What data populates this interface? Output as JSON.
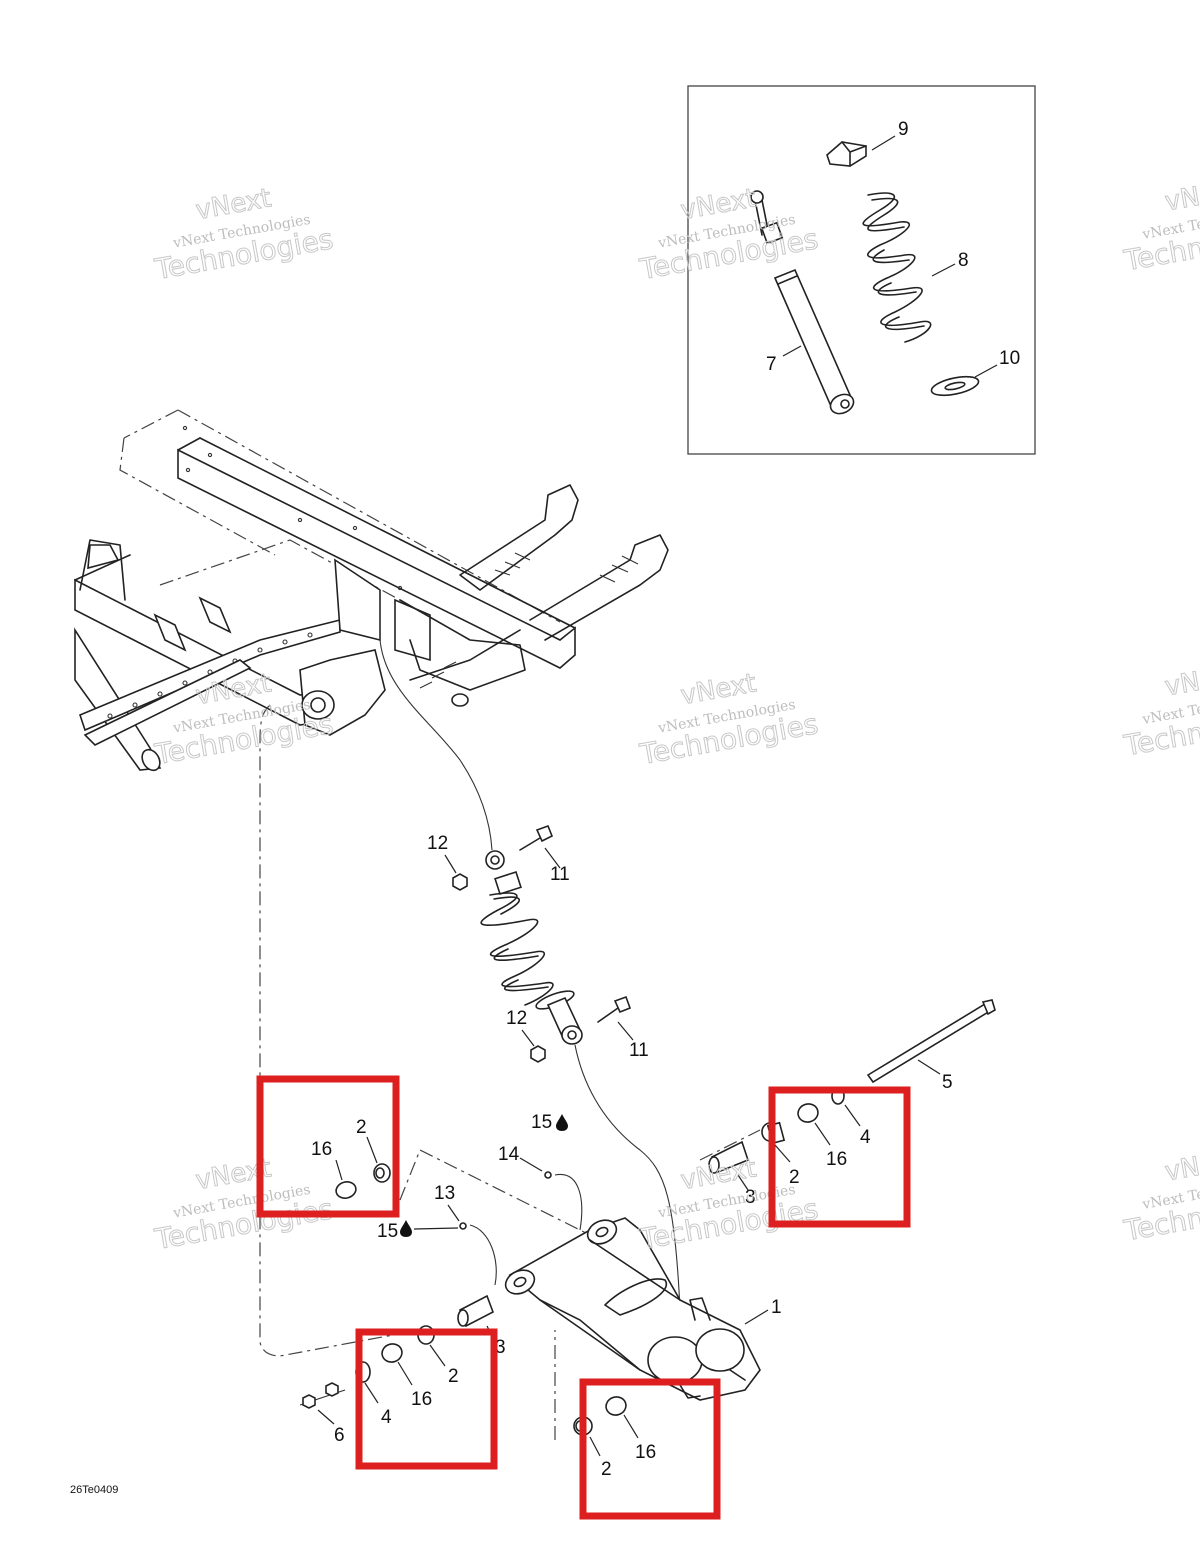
{
  "reference_code": "26Te0409",
  "watermark": {
    "line1": "vNext",
    "line2": "vNext Technologies",
    "line3": "Technologies"
  },
  "callouts": {
    "c1": "1",
    "c2a": "2",
    "c2b": "2",
    "c2c": "2",
    "c2d": "2",
    "c3a": "3",
    "c3b": "3",
    "c4a": "4",
    "c4b": "4",
    "c5": "5",
    "c6": "6",
    "c7": "7",
    "c8": "8",
    "c9": "9",
    "c10": "10",
    "c11a": "11",
    "c11b": "11",
    "c12a": "12",
    "c12b": "12",
    "c13": "13",
    "c14": "14",
    "c15a": "15",
    "c15b": "15",
    "c16a": "16",
    "c16b": "16",
    "c16c": "16",
    "c16d": "16"
  },
  "colors": {
    "highlight": "#dd1f1f",
    "linework": "#222222",
    "watermark": "#bdbdbd"
  },
  "icons": {
    "lubricant": "oil-drop-icon"
  }
}
